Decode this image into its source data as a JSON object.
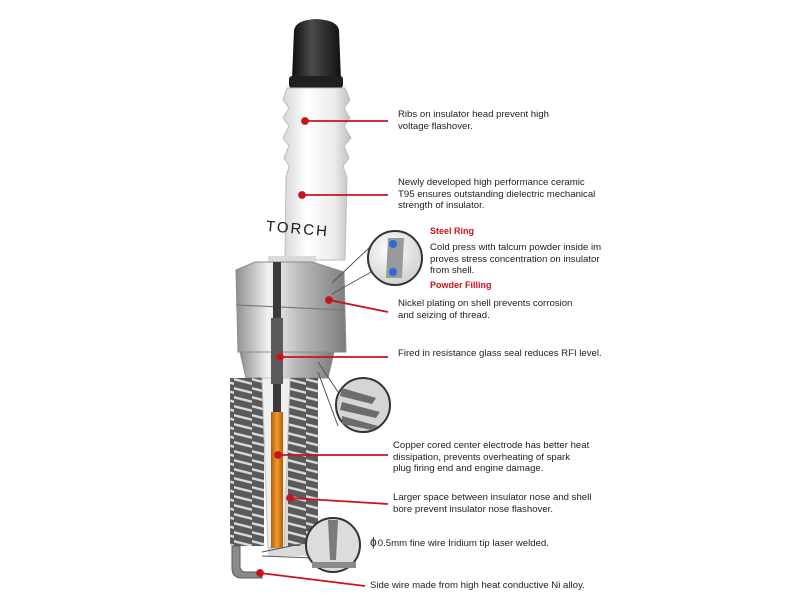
{
  "brand": "TORCH",
  "colors": {
    "leader": "#c8141c",
    "marker": "#c8141c",
    "insulator": "#f2f2f2",
    "terminal": "#1c1c1c",
    "shell": "#bcbcbc",
    "electrode_core": "#e07a10"
  },
  "annotations": [
    {
      "id": "ribs",
      "lines": [
        "Ribs on insulator head prevent high",
        "voltage flashover."
      ]
    },
    {
      "id": "ceramic",
      "lines": [
        "Newly developed high performance ceramic",
        "T95 ensures outstanding dielectric mechanical",
        "strength of insulator."
      ]
    },
    {
      "id": "cold-press",
      "lines": [
        "Cold press with talcum powder inside im",
        "proves stress concentration on insulator",
        "from shell."
      ]
    },
    {
      "id": "nickel",
      "lines": [
        "Nickel plating on shell prevents corrosion",
        "and seizing of thread."
      ]
    },
    {
      "id": "glass-seal",
      "lines": [
        "Fired in resistance glass seal reduces RFI level."
      ]
    },
    {
      "id": "copper",
      "lines": [
        "Copper cored center electrode has better heat",
        "dissipation, prevents overheating of spark",
        "plug firing end and engine damage."
      ]
    },
    {
      "id": "space",
      "lines": [
        "Larger space between insulator nose and shell",
        "bore prevent insulator nose flashover."
      ]
    },
    {
      "id": "iridium",
      "symbol": "ϕ",
      "lines": [
        "0.5mm fine wire Iridium tip laser welded."
      ]
    },
    {
      "id": "side-wire",
      "lines": [
        "Side wire made from high heat conductive Ni alloy."
      ]
    }
  ],
  "callouts": {
    "steel_ring": "Steel Ring",
    "powder_filling": "Powder Filling"
  }
}
